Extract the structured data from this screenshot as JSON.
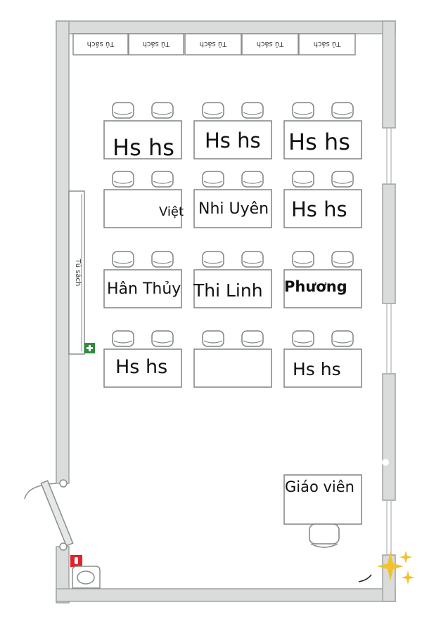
{
  "cabinet_labels": {
    "top": [
      "Tủ sách",
      "Tủ sách",
      "Tủ sách",
      "Tủ sách",
      "Tủ sách"
    ],
    "side": "Tủ sách"
  },
  "desks": {
    "r1c1": "Hs hs",
    "r1c2": "Hs hs",
    "r1c3": "Hs hs",
    "r2c1": "Việt",
    "r2c2": "Nhi Uyên",
    "r2c3": "Hs hs",
    "r3c1": "Hân Thủy",
    "r3c2": "Thi Linh",
    "r3c3": "Phương",
    "r4c1": "Hs hs",
    "r4c2": "",
    "r4c3": "Hs hs"
  },
  "teacher_desk": "Giáo viên",
  "colors": {
    "wall": "#d9dcdb",
    "wall_stroke": "#9ea3a1",
    "first_aid": "#2e8b3e",
    "fire_extinguisher": "#e0242a",
    "sparkle": "#f2c12e"
  }
}
